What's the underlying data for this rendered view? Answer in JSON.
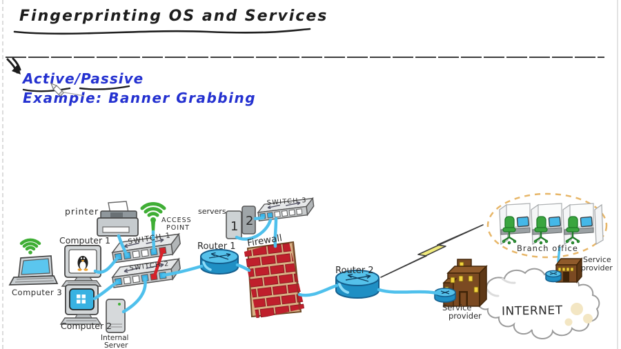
{
  "header": {
    "title": "Fingerprinting OS and Services"
  },
  "notes": {
    "line1": "Active/Passive",
    "line2": "Example: Banner Grabbing"
  },
  "diagram": {
    "labels": {
      "computer1": "Computer 1",
      "computer2": "Computer 2",
      "computer3": "Computer 3",
      "printer": "printer",
      "access_point_line1": "ACCESS",
      "access_point_line2": "POINT",
      "switch1": "SWITCH 1",
      "switch2": "SWITCH 2",
      "switch3": "SWITCH 3",
      "servers": "servers",
      "server1_num": "1",
      "server2_num": "2",
      "internal_server_line1": "Internal",
      "internal_server_line2": "Server",
      "router1": "Router 1",
      "router2": "Router 2",
      "firewall": "Firewall",
      "branch_office": "Branch office",
      "sp_left_line1": "Service",
      "sp_left_line2": "provider",
      "sp_right_line1": "Service",
      "sp_right_line2": "provider",
      "internet": "INTERNET"
    },
    "colors": {
      "note_blue": "#2431d0",
      "ink": "#1d1d1d",
      "cable_blue": "#4fc0ec",
      "cable_red": "#d6222a",
      "wifi_green": "#3fae35",
      "router_blue": "#2aa0d8",
      "brick_red": "#bf1f2c",
      "mortar_tan": "#d8b184",
      "building_brown": "#7b4a22",
      "window_yellow": "#f2d33c",
      "chair_green": "#3aa53f",
      "bolt_yellow": "#f1eb7d",
      "branch_dash": "#e7b668"
    }
  }
}
